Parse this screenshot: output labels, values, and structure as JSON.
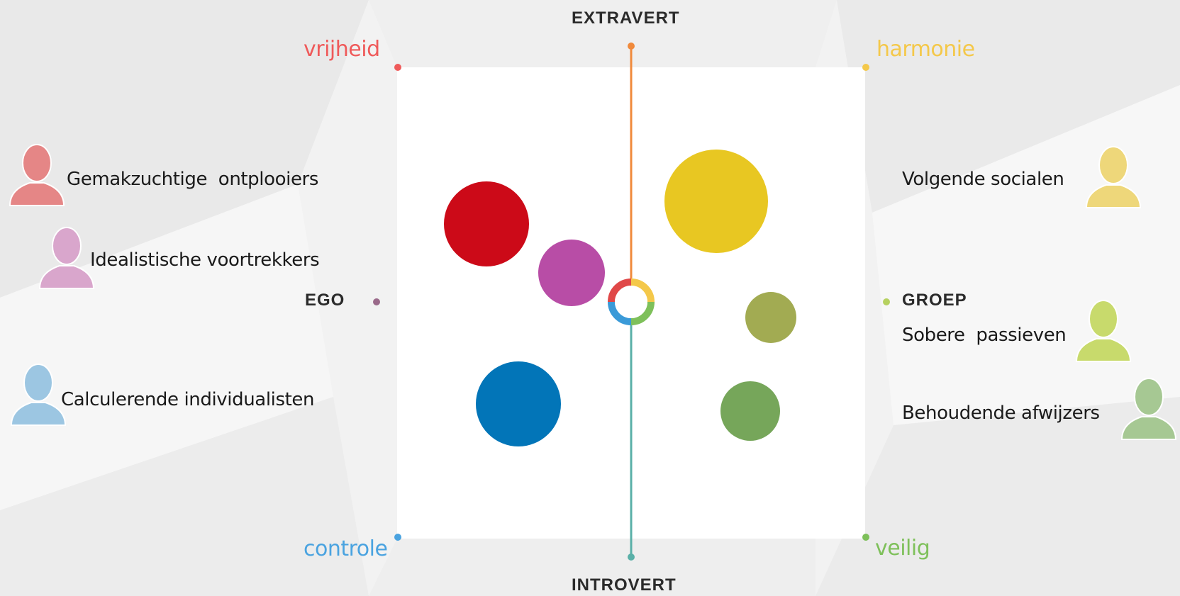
{
  "axes": {
    "top": "EXTRAVERT",
    "bottom": "INTROVERT",
    "left": "EGO",
    "right": "GROEP"
  },
  "corners": {
    "top_left": "vrijheid",
    "top_right": "harmonie",
    "bottom_left": "controle",
    "bottom_right": "veilig"
  },
  "colors": {
    "vrijheid": "#ef5a5a",
    "harmonie": "#f4c84a",
    "controle": "#4aa3e0",
    "veilig": "#7ec05a",
    "extravert_axis": "#f08a3c",
    "introvert_axis": "#5ab0a8",
    "ego_axis": "#9a6a8a",
    "groep_axis": "#b6d160"
  },
  "segments": [
    {
      "id": "gemakzuchtige-ontplooiers",
      "label": "Gemakzuchtige  ontplooiers",
      "color": "#cc0a18",
      "avatar_color": "#e58686"
    },
    {
      "id": "idealistische-voortrekkers",
      "label": "Idealistische voortrekkers",
      "color": "#b84da6",
      "avatar_color": "#d9a6cc"
    },
    {
      "id": "calculerende-individualisten",
      "label": "Calculerende individualisten",
      "color": "#0275b8",
      "avatar_color": "#9cc6e2"
    },
    {
      "id": "volgende-socialen",
      "label": "Volgende socialen",
      "color": "#e8c722",
      "avatar_color": "#eed77a"
    },
    {
      "id": "sobere-passieven",
      "label": "Sobere  passieven",
      "color": "#a2ab52",
      "avatar_color": "#c8da6c"
    },
    {
      "id": "behoudende-afwijzers",
      "label": "Behoudende afwijzers",
      "color": "#76a65a",
      "avatar_color": "#a6c893"
    }
  ]
}
